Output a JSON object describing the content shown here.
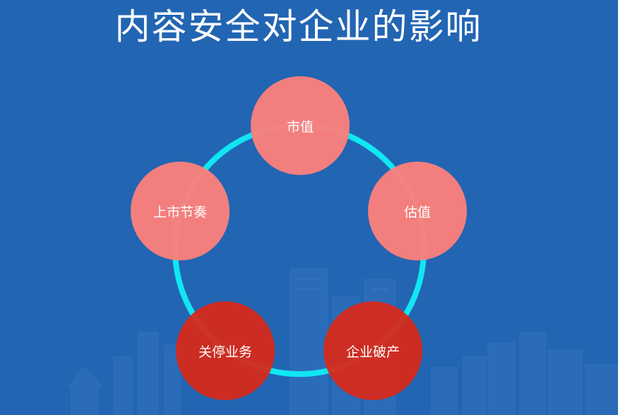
{
  "title": "内容安全对企业的影响",
  "nodes": [
    {
      "id": "market-value",
      "label": "市值"
    },
    {
      "id": "valuation",
      "label": "估值"
    },
    {
      "id": "bankruptcy",
      "label": "企业破产"
    },
    {
      "id": "business-shutdown",
      "label": "关停业务"
    },
    {
      "id": "listing-pace",
      "label": "上市节奏"
    }
  ],
  "colors": {
    "background": "#2265b3",
    "ring": "#11e6f2",
    "node_light": "#f9807c",
    "node_dark": "#d62a1b",
    "text": "#ffffff"
  }
}
